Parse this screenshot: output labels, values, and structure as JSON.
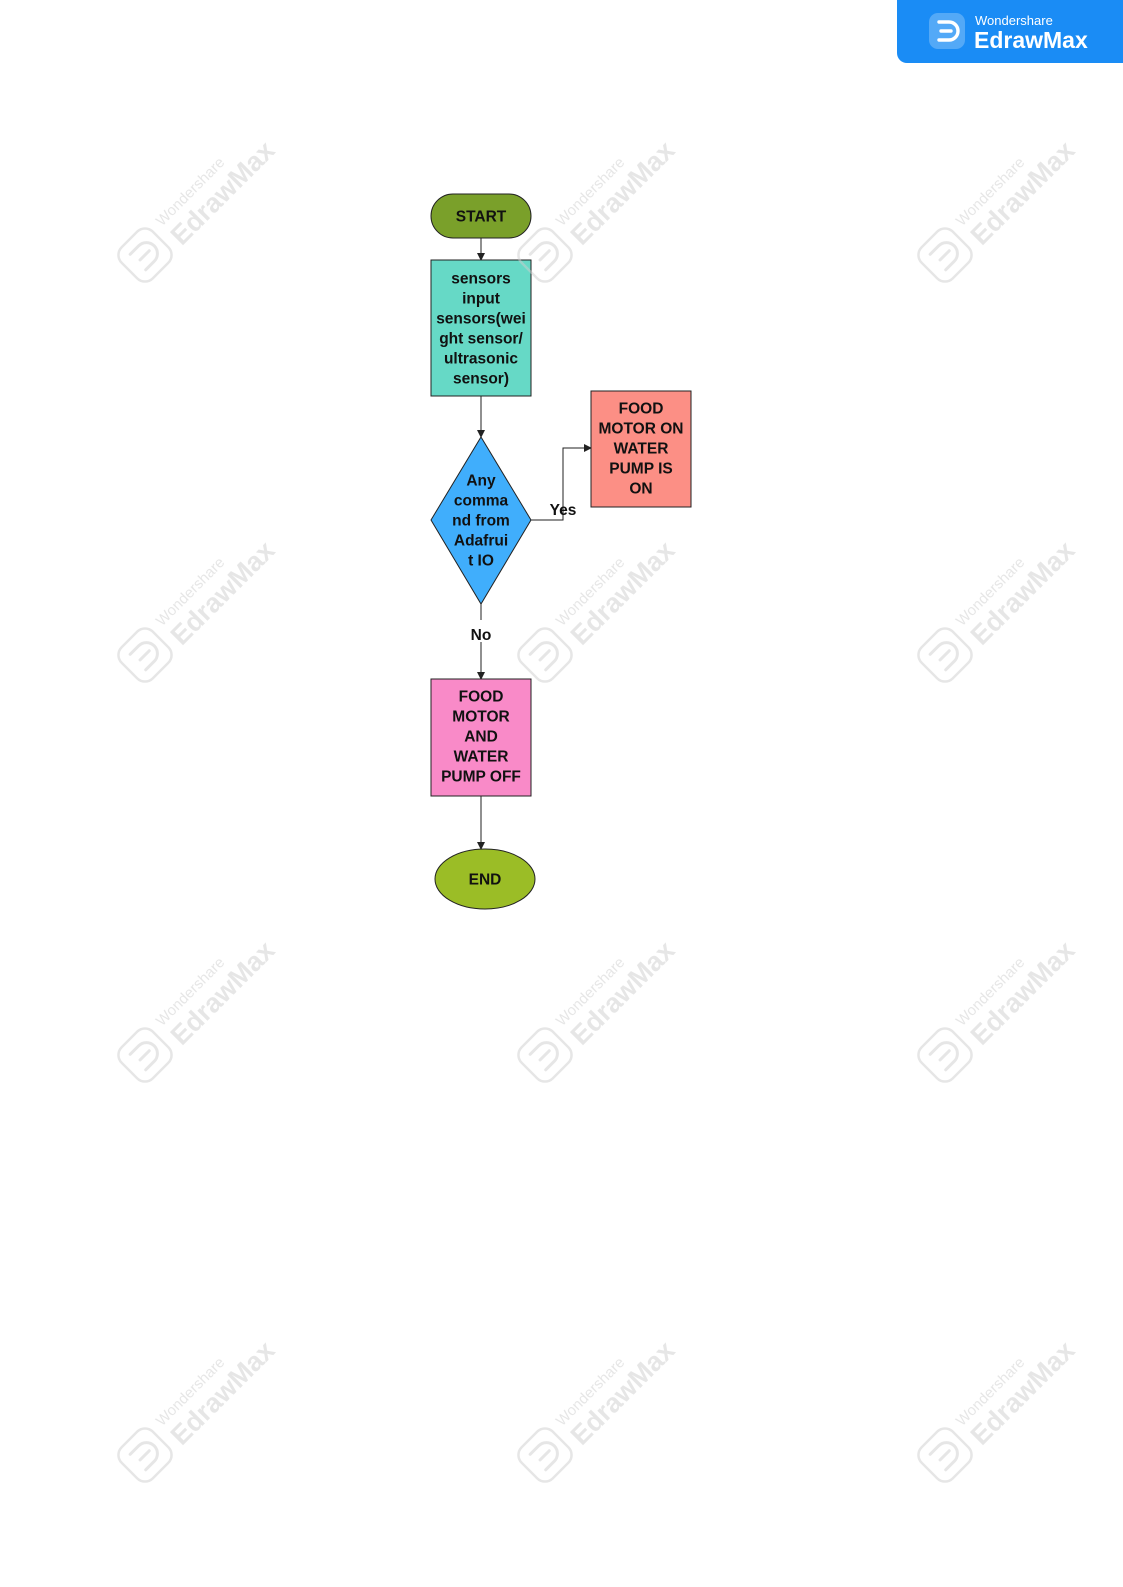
{
  "brand": {
    "small": "Wondershare",
    "large": "EdrawMax",
    "color": "#1a8cf5"
  },
  "watermark": {
    "line1": "Wondershare",
    "line2": "EdrawMax"
  },
  "nodes": {
    "start": {
      "lines": [
        "START"
      ],
      "color": "#7aa02a"
    },
    "sensors": {
      "lines": [
        "sensors",
        "input",
        "sensors(wei",
        "ght sensor/",
        "ultrasonic",
        "sensor)"
      ],
      "color": "#66d9c6"
    },
    "decision": {
      "lines": [
        "Any",
        "comma",
        "nd from",
        "Adafrui",
        "t IO"
      ],
      "color": "#40aefc"
    },
    "motor_on": {
      "lines": [
        "FOOD",
        "MOTOR ON",
        "WATER",
        "PUMP IS",
        "ON"
      ],
      "color": "#fc8f85"
    },
    "motor_off": {
      "lines": [
        "FOOD",
        "MOTOR",
        "AND",
        "WATER",
        "PUMP OFF"
      ],
      "color": "#f98ac8"
    },
    "end": {
      "lines": [
        "END"
      ],
      "color": "#9bbd26"
    }
  },
  "edges": {
    "yes_label": "Yes",
    "no_label": "No"
  }
}
